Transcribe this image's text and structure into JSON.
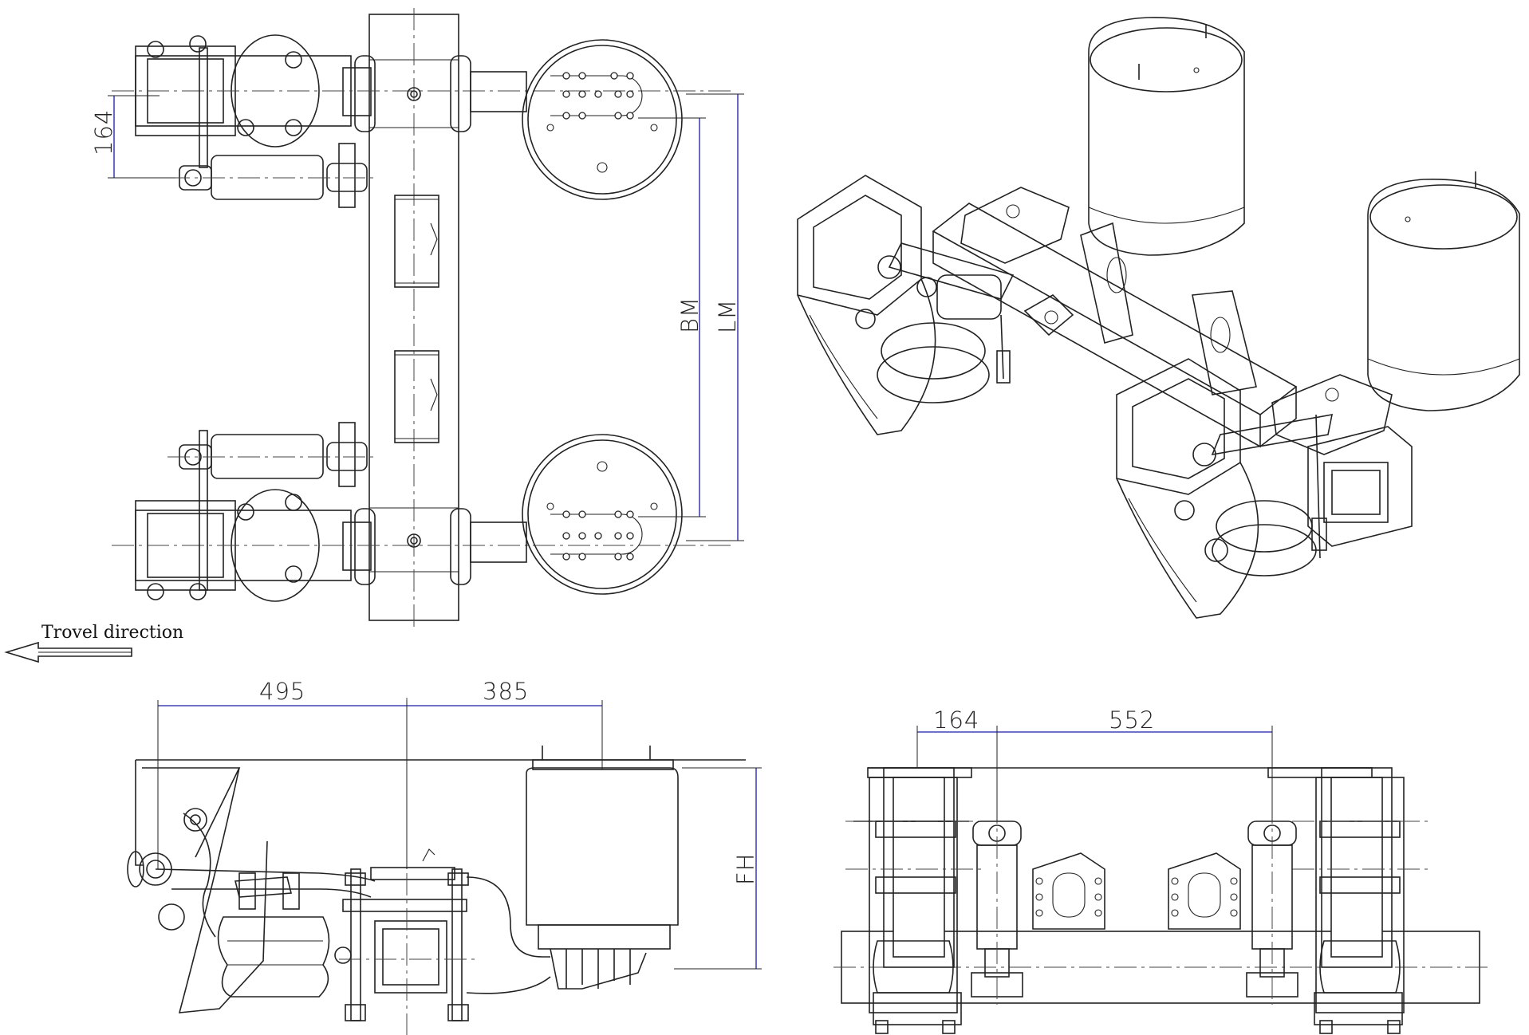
{
  "drawing": {
    "views": [
      "top-view",
      "isometric-view",
      "side-view",
      "rear-view"
    ],
    "dimensions": {
      "top_view_width": "164",
      "top_view_bm": "BM",
      "top_view_lm": "LM",
      "side_front": "495",
      "side_rear": "385",
      "side_height": "FH",
      "rear_left": "164",
      "rear_span": "552"
    },
    "notes": {
      "travel_direction": "Trovel direction"
    },
    "colors": {
      "line": "#222222",
      "dimension_line": "#1a1aa8",
      "background": "#ffffff"
    },
    "icons": {
      "direction_arrow": "left-arrow-icon"
    }
  }
}
